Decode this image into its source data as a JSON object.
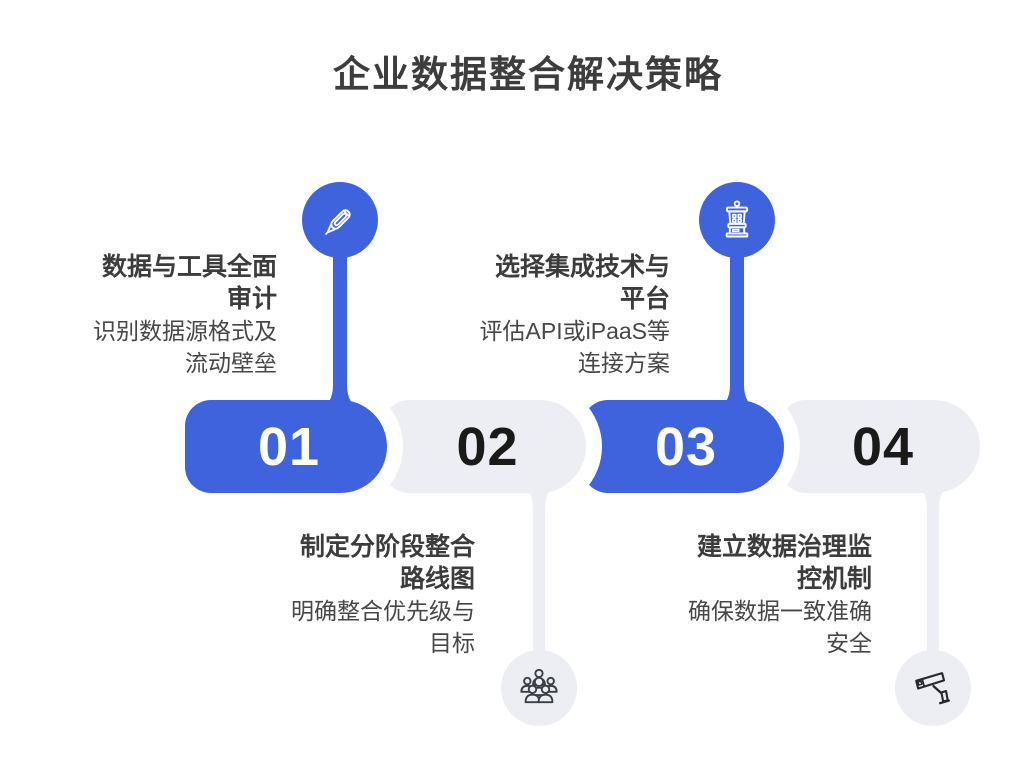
{
  "title": "企业数据整合解决策略",
  "colors": {
    "accent": "#3E63DD",
    "neutral": "#ECEEF4",
    "title_text": "#3d3d3d",
    "number_dark": "#1a1a1a",
    "number_light": "#ffffff"
  },
  "steps": [
    {
      "number": "01",
      "icon": "pen-icon",
      "variant": "accent",
      "icon_position": "top",
      "title_lines": [
        "数据与工具全面",
        "审计"
      ],
      "desc_lines": [
        "识别数据源格式及",
        "流动壁垒"
      ]
    },
    {
      "number": "02",
      "icon": "team-icon",
      "variant": "neutral",
      "icon_position": "bottom",
      "title_lines": [
        "制定分阶段整合",
        "路线图"
      ],
      "desc_lines": [
        "明确整合优先级与",
        "目标"
      ]
    },
    {
      "number": "03",
      "icon": "machine-icon",
      "variant": "accent",
      "icon_position": "top",
      "title_lines": [
        "选择集成技术与",
        "平台"
      ],
      "desc_lines": [
        "评估API或iPaaS等",
        "连接方案"
      ]
    },
    {
      "number": "04",
      "icon": "cctv-camera-icon",
      "variant": "neutral",
      "icon_position": "bottom",
      "title_lines": [
        "建立数据治理监",
        "控机制"
      ],
      "desc_lines": [
        "确保数据一致准确",
        "安全"
      ]
    }
  ]
}
